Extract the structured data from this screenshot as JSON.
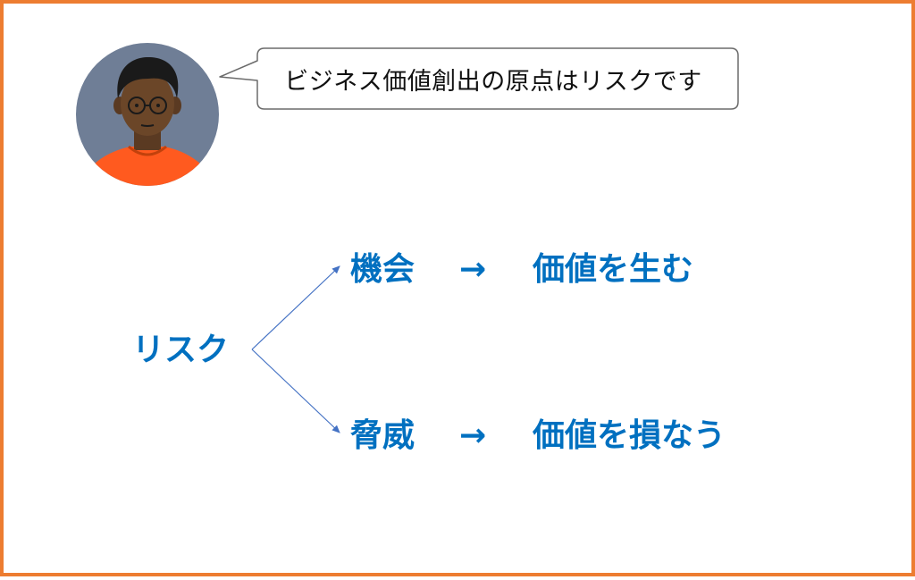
{
  "speech": {
    "text": "ビジネス価値創出の原点はリスクです"
  },
  "diagram": {
    "root": "リスク",
    "branches": [
      {
        "label": "機会",
        "arrow": "→",
        "result": "価値を生む"
      },
      {
        "label": "脅威",
        "arrow": "→",
        "result": "価値を損なう"
      }
    ]
  },
  "colors": {
    "border": "#ED7D31",
    "text_accent": "#0070C0",
    "connector": "#4472C4",
    "avatar_bg": "#6F7E96",
    "shirt": "#FF5A1F"
  },
  "icons": {
    "avatar": "person-avatar-icon"
  }
}
